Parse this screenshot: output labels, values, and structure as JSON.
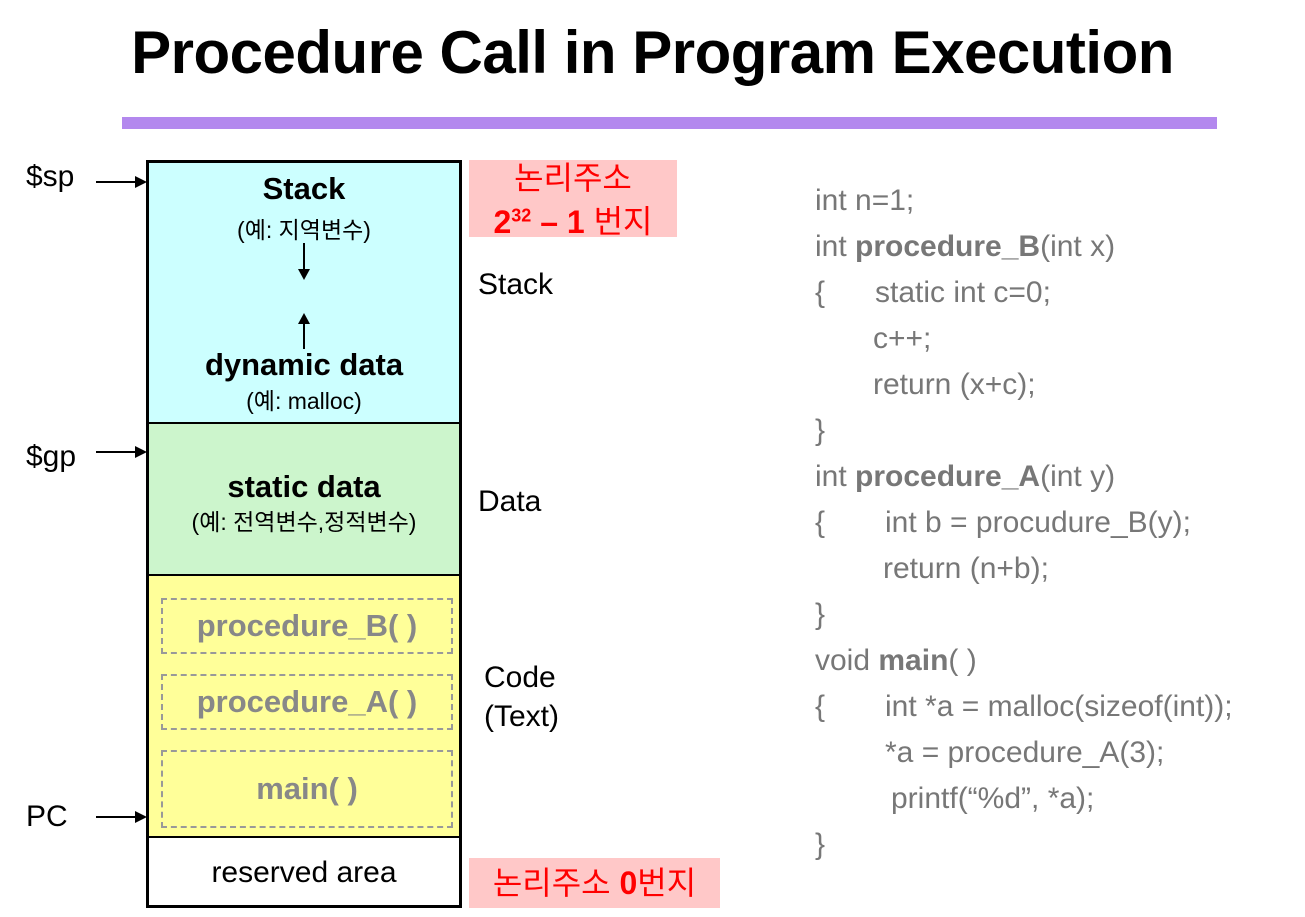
{
  "title": "Procedure Call in Program Execution",
  "memory": {
    "stack": {
      "title": "Stack",
      "subtitle": "(예: 지역변수)"
    },
    "heap": {
      "title": "dynamic data",
      "subtitle": "(예: malloc)"
    },
    "data": {
      "title": "static data",
      "subtitle": "(예: 전역변수,정적변수)"
    },
    "code_items": [
      "procedure_B( )",
      "procedure_A( )",
      "main( )"
    ],
    "reserved": "reserved area"
  },
  "pointers": {
    "sp": "$sp",
    "gp": "$gp",
    "pc": "PC"
  },
  "segment_labels": {
    "stack": "Stack",
    "data": "Data",
    "code_line1": "Code",
    "code_line2": "(Text)"
  },
  "addresses": {
    "top_line1": "논리주소",
    "top_base": "2",
    "top_exp": "32",
    "top_rest": " – 1",
    "top_unit": " 번지",
    "bottom_prefix": "논리주소 ",
    "bottom_zero": "0",
    "bottom_unit": "번지"
  },
  "code": {
    "l1": "int n=1;",
    "l2_pre": "int ",
    "l2_bold": "procedure_B",
    "l2_post": "(int x)",
    "l3_brace": "{",
    "l3_text": "static int c=0;",
    "l4": "c++;",
    "l5": "return (x+c);",
    "l6": "}",
    "l7_pre": "int ",
    "l7_bold": "procedure_A",
    "l7_post": "(int y)",
    "l8_brace": "{",
    "l8_text": "int b = procudure_B(y);",
    "l9": "return (n+b);",
    "l10": "}",
    "l11_pre": "void ",
    "l11_bold": "main",
    "l11_post": "( )",
    "l12_brace": "{",
    "l12_text": "int *a = malloc(sizeof(int));",
    "l13": "*a = procedure_A(3);",
    "l14": "printf(“%d”, *a);",
    "l15": "}"
  }
}
